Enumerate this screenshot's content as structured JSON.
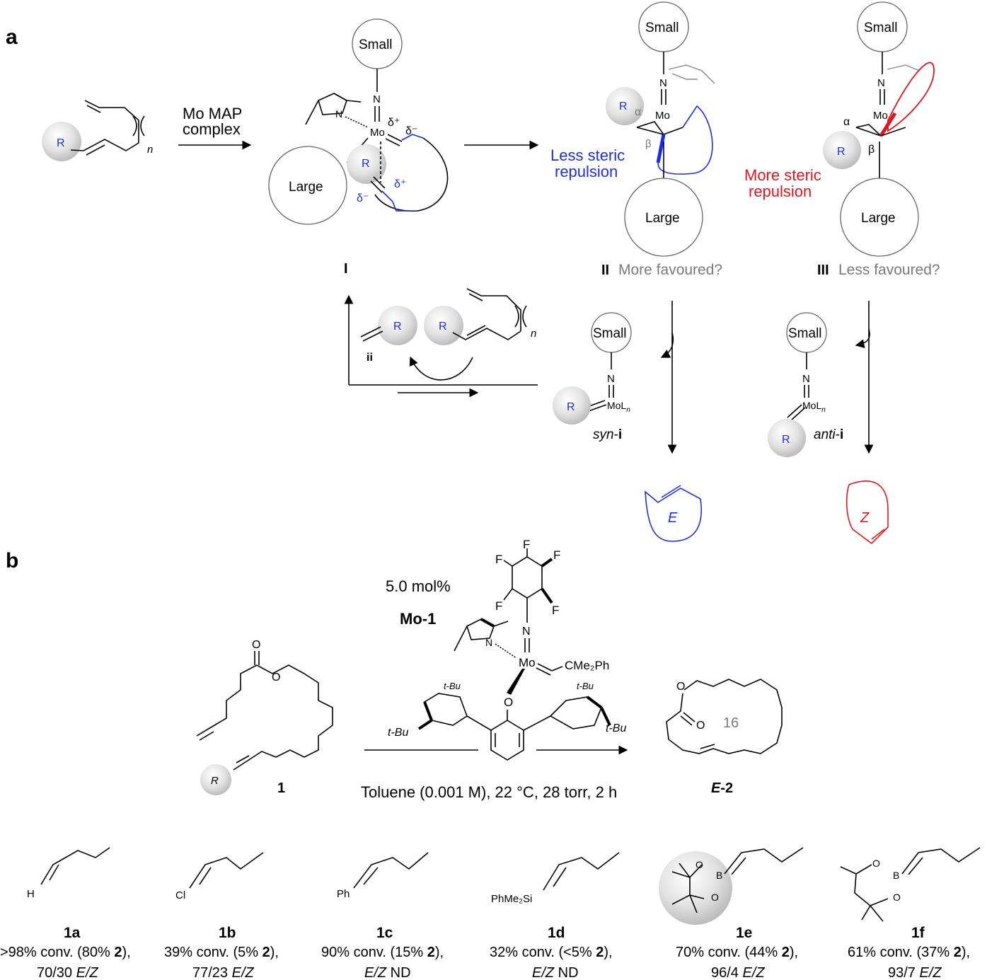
{
  "colors": {
    "blue": "#1a2ee6",
    "red": "#e3161b",
    "grey": "#7a7a7a",
    "sphere": "#d9d9d9"
  },
  "panel_a": {
    "label": "a",
    "arrow_label_1": "Mo MAP",
    "arrow_label_2": "complex",
    "substrate": {
      "r": "R",
      "n": "n"
    },
    "intermediate_I": {
      "label": "I",
      "small": "Small",
      "large": "Large",
      "n_atom": "N",
      "mo": "Mo",
      "pyr_n": "N",
      "r": "R",
      "delta_plus": "δ⁺",
      "delta_minus": "δ⁻",
      "delta_plus_2": "δ⁺",
      "delta_minus_2": "δ⁻"
    },
    "intermediate_II": {
      "label_bold": "II",
      "label_text": "More favoured?",
      "small": "Small",
      "large": "Large",
      "mo": "Mo",
      "n_atom": "N",
      "r": "R",
      "alpha": "α",
      "beta": "β",
      "note_1": "Less steric",
      "note_2": "repulsion"
    },
    "intermediate_III": {
      "label_bold": "III",
      "label_text": "Less favoured?",
      "small": "Small",
      "large": "Large",
      "mo": "Mo",
      "n_atom": "N",
      "r": "R",
      "alpha": "α",
      "beta": "β",
      "note_1": "More steric",
      "note_2": "repulsion"
    },
    "cycle": {
      "product_ii": "ii",
      "r1": "R",
      "r2": "R",
      "n": "n"
    },
    "syn": {
      "small": "Small",
      "n": "N",
      "mol": "MoL",
      "sub": "n",
      "r": "R",
      "label_italic": "syn",
      "label_bold": "i"
    },
    "anti": {
      "small": "Small",
      "n": "N",
      "mol": "MoL",
      "sub": "n",
      "r": "R",
      "label_italic": "anti",
      "label_bold": "i"
    },
    "products": {
      "e": "E",
      "z": "Z"
    }
  },
  "panel_b": {
    "label": "b",
    "loading": "5.0 mol%",
    "catalyst": "Mo-1",
    "conditions": "Toluene (0.001 M), 22 °C, 28 torr, 2 h",
    "catalyst_atoms": {
      "f1": "F",
      "f2": "F",
      "f3": "F",
      "f4": "F",
      "f5": "F",
      "n": "N",
      "pyr_n": "N",
      "mo": "Mo",
      "alkylidene": "CMe₂Ph",
      "o": "O",
      "tbu_1": "t-Bu",
      "tbu_2": "t-Bu",
      "tbu_3": "t-Bu",
      "tbu_4": "t-Bu"
    },
    "substrate": {
      "label": "1",
      "r": "R",
      "o1": "O",
      "o2": "O"
    },
    "product": {
      "label_italic": "E",
      "label_rest": "-2",
      "ring": "16",
      "o1": "O",
      "o2": "O"
    },
    "entries": [
      {
        "id": "1a",
        "group": "H",
        "line1_a": ">98% conv. (80% ",
        "line1_b": "2",
        "line1_c": "),",
        "line2_a": "70/30 ",
        "line2_b": "E/Z"
      },
      {
        "id": "1b",
        "group": "Cl",
        "line1_a": "39% conv. (5% ",
        "line1_b": "2",
        "line1_c": "),",
        "line2_a": "77/23 ",
        "line2_b": "E/Z"
      },
      {
        "id": "1c",
        "group": "Ph",
        "line1_a": "90% conv. (15% ",
        "line1_b": "2",
        "line1_c": "),",
        "line2_a": "E/Z",
        "line2_b": " ND"
      },
      {
        "id": "1d",
        "group": "PhMe₂Si",
        "line1_a": "32% conv. (<5% ",
        "line1_b": "2",
        "line1_c": "),",
        "line2_a": "E/Z",
        "line2_b": " ND"
      },
      {
        "id": "1e",
        "group": "",
        "line1_a": "70% conv. (44% ",
        "line1_b": "2",
        "line1_c": "),",
        "line2_a": "96/4 ",
        "line2_b": "E/Z"
      },
      {
        "id": "1f",
        "group": "",
        "line1_a": "61% conv. (37% ",
        "line1_b": "2",
        "line1_c": "),",
        "line2_a": "93/7 ",
        "line2_b": "E/Z"
      }
    ],
    "boron_atoms": {
      "o1": "O",
      "b": "B",
      "o2": "O",
      "o3": "O",
      "b2": "B",
      "o4": "O"
    }
  }
}
